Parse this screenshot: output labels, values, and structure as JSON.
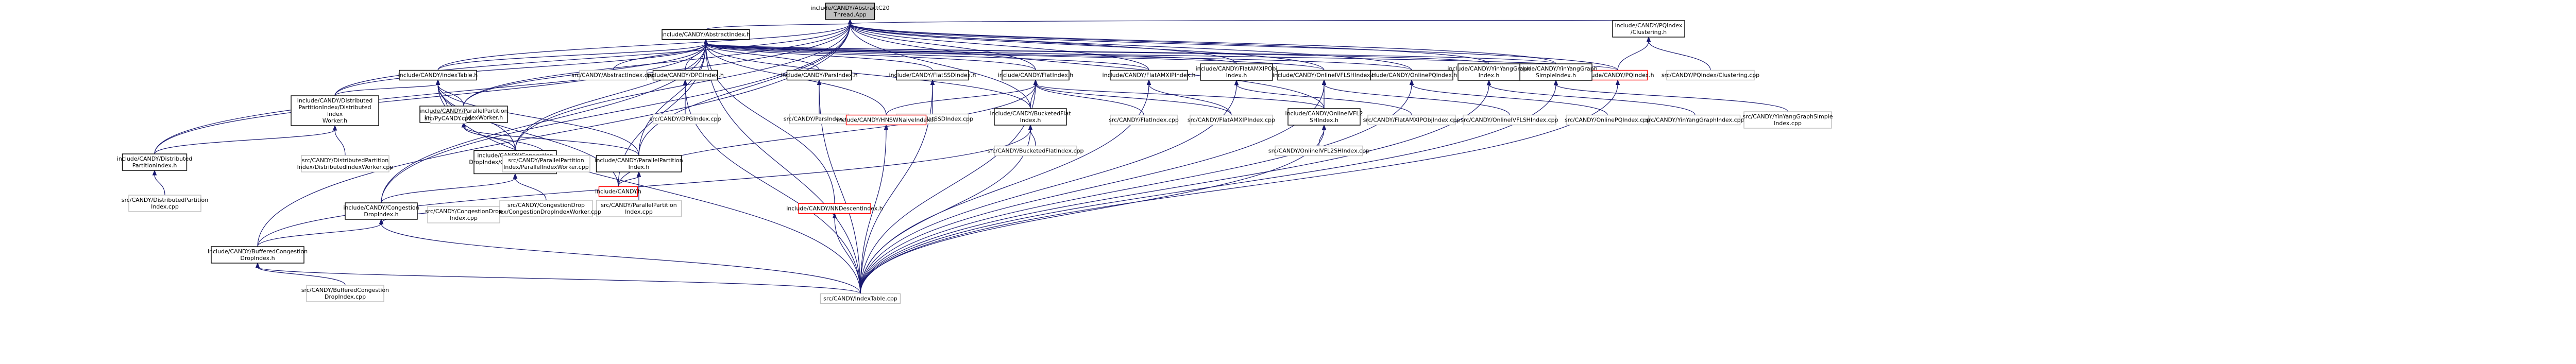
{
  "colors": {
    "edge": "#191970",
    "border": "#000000",
    "border_grey": "#bfbfbf",
    "border_red": "#ff0000",
    "root_fill": "#bfbfbf",
    "text": "#000000"
  },
  "nodes": {
    "root": {
      "lines": [
        "include/CANDY/AbstractC20",
        "Thread.App"
      ],
      "style": "root"
    },
    "abstract_index": {
      "lines": [
        "include/CANDY/AbstractIndex.h"
      ],
      "style": "normal"
    },
    "pq_clustering": {
      "lines": [
        "include/CANDY/PQIndex",
        "/Clustering.h"
      ],
      "style": "normal"
    },
    "pq_clustering_cpp": {
      "lines": [
        "src/CANDY/PQIndex/Clustering.cpp"
      ],
      "style": "grey"
    },
    "pq_index_h": {
      "lines": [
        "include/CANDY/PQIndex.h"
      ],
      "style": "red"
    },
    "yinyang_simple_h": {
      "lines": [
        "include/CANDY/YinYangGraph",
        "SimpleIndex.h"
      ],
      "style": "normal"
    },
    "yinyang_h": {
      "lines": [
        "include/CANDY/YinYangGraph",
        "Index.h"
      ],
      "style": "normal"
    },
    "online_pq_h": {
      "lines": [
        "include/CANDY/OnlinePQIndex.h"
      ],
      "style": "normal"
    },
    "online_ivfl_h": {
      "lines": [
        "include/CANDY/OnlineIVFLSHIndex.h"
      ],
      "style": "normal"
    },
    "flat_amx_pq_h": {
      "lines": [
        "include/CANDY/FlatAMXIPObj",
        "Index.h"
      ],
      "style": "normal"
    },
    "flat_amx_ip_h": {
      "lines": [
        "include/CANDY/FlatAMXIPIndex.h"
      ],
      "style": "normal"
    },
    "flat_index_h": {
      "lines": [
        "include/CANDY/FlatIndex.h"
      ],
      "style": "normal"
    },
    "flat_ssd_h": {
      "lines": [
        "include/CANDY/FlatSSDIndex.h"
      ],
      "style": "normal"
    },
    "parsi_h": {
      "lines": [
        "include/CANDY/ParsIndex.h"
      ],
      "style": "normal"
    },
    "dpg_h": {
      "lines": [
        "include/CANDY/DPGIndex.h"
      ],
      "style": "normal"
    },
    "abstract_cpp": {
      "lines": [
        "src/CANDY/AbstractIndex.cpp"
      ],
      "style": "grey"
    },
    "index_table_h": {
      "lines": [
        "include/CANDY/IndexTable.h"
      ],
      "style": "normal"
    },
    "distributed_worker_h": {
      "lines": [
        "include/CANDY/Distributed",
        "PartitionIndex/Distributed",
        "Index",
        "Worker.h"
      ],
      "style": "normal"
    },
    "distributed_h": {
      "lines": [
        "include/CANDY/Distributed",
        "PartitionIndex.h"
      ],
      "style": "normal"
    },
    "distributed_worker_cpp": {
      "lines": [
        "src/CANDY/DistributedPartition",
        "Index/DistributedIndexWorker.cpp"
      ],
      "style": "grey"
    },
    "distributed_cpp": {
      "lines": [
        "src/CANDY/DistributedPartition",
        "Index.cpp"
      ],
      "style": "grey"
    },
    "parallel_worker_h": {
      "lines": [
        "include/CANDY/ParallelPartition",
        "Index/ParallelIndexWorker.h"
      ],
      "style": "normal"
    },
    "pycandy": {
      "lines": [
        "src/PyCANDY.cpp"
      ],
      "style": "grey"
    },
    "congestion_worker_h": {
      "lines": [
        "include/CANDY/Congestion",
        "DropIndex/CongestionDropIndex",
        "Worker.h"
      ],
      "style": "normal"
    },
    "parallel_worker_cpp": {
      "lines": [
        "src/CANDY/ParallelPartition",
        "Index/ParallelIndexWorker.cpp"
      ],
      "style": "grey"
    },
    "parallel_h": {
      "lines": [
        "include/CANDY/ParallelPartition",
        "Index.h"
      ],
      "style": "normal"
    },
    "candy_h": {
      "lines": [
        "include/CANDY.h"
      ],
      "style": "red"
    },
    "parallel_cpp": {
      "lines": [
        "src/CANDY/ParallelPartition",
        "Index.cpp"
      ],
      "style": "grey"
    },
    "congestion_worker_cpp": {
      "lines": [
        "src/CANDY/CongestionDrop",
        "Index/CongestionDropIndexWorker.cpp"
      ],
      "style": "grey"
    },
    "congestion_h": {
      "lines": [
        "include/CANDY/Congestion",
        "DropIndex.h"
      ],
      "style": "normal"
    },
    "congestion_cpp": {
      "lines": [
        "src/CANDY/CongestionDrop",
        "Index.cpp"
      ],
      "style": "grey"
    },
    "buffered_h": {
      "lines": [
        "include/CANDY/BufferedCongestion",
        "DropIndex.h"
      ],
      "style": "normal"
    },
    "buffered_cpp": {
      "lines": [
        "src/CANDY/BufferedCongestion",
        "DropIndex.cpp"
      ],
      "style": "grey"
    },
    "dpg_cpp": {
      "lines": [
        "src/CANDY/DPGIndex.cpp"
      ],
      "style": "grey"
    },
    "parsi_cpp": {
      "lines": [
        "src/CANDY/ParsIndex.cpp"
      ],
      "style": "grey"
    },
    "flat_ssd_cpp": {
      "lines": [
        "src/CANDY/FlatSSDIndex.cpp"
      ],
      "style": "grey"
    },
    "hnsw_h": {
      "lines": [
        "include/CANDY/HNSWNaiveIndex.h"
      ],
      "style": "red"
    },
    "bucketed_h": {
      "lines": [
        "include/CANDY/BucketedFlat",
        "Index.h"
      ],
      "style": "normal"
    },
    "bucketed_cpp": {
      "lines": [
        "src/CANDY/BucketedFlatIndex.cpp"
      ],
      "style": "grey"
    },
    "nn_descent_h": {
      "lines": [
        "include/CANDY/NNDescentIndex.h"
      ],
      "style": "red"
    },
    "flat_cpp": {
      "lines": [
        "src/CANDY/FlatIndex.cpp"
      ],
      "style": "grey"
    },
    "flat_amx_ip_cpp": {
      "lines": [
        "src/CANDY/FlatAMXIPIndex.cpp"
      ],
      "style": "grey"
    },
    "online_ivfl2_h": {
      "lines": [
        "include/CANDY/OnlineIVFL2",
        "SHIndex.h"
      ],
      "style": "normal"
    },
    "online_ivfl2_cpp": {
      "lines": [
        "src/CANDY/OnlineIVFL2SHIndex.cpp"
      ],
      "style": "grey"
    },
    "flat_amx_pq_cpp": {
      "lines": [
        "src/CANDY/FlatAMXIPObjIndex.cpp"
      ],
      "style": "grey"
    },
    "online_ivfl_cpp": {
      "lines": [
        "src/CANDY/OnlineIVFLSHIndex.cpp"
      ],
      "style": "grey"
    },
    "online_pq_cpp": {
      "lines": [
        "src/CANDY/OnlinePQIndex.cpp"
      ],
      "style": "grey"
    },
    "yinyang_cpp": {
      "lines": [
        "src/CANDY/YinYangGraphIndex.cpp"
      ],
      "style": "grey"
    },
    "yinyang_simple_cpp": {
      "lines": [
        "src/CANDY/YinYangGraphSimple",
        "Index.cpp"
      ],
      "style": "grey"
    },
    "index_table_cpp": {
      "lines": [
        "src/CANDY/IndexTable.cpp"
      ],
      "style": "grey"
    }
  },
  "edges": [
    [
      "root",
      "abstract_index"
    ],
    [
      "root",
      "pq_clustering"
    ],
    [
      "root",
      "distributed_worker_h"
    ],
    [
      "root",
      "distributed_h"
    ],
    [
      "root",
      "congestion_worker_h"
    ],
    [
      "root",
      "congestion_h"
    ],
    [
      "root",
      "buffered_h"
    ],
    [
      "root",
      "parallel_worker_h"
    ],
    [
      "root",
      "parallel_h"
    ],
    [
      "root",
      "flat_index_h"
    ],
    [
      "root",
      "bucketed_h"
    ],
    [
      "root",
      "online_ivfl_h"
    ],
    [
      "root",
      "online_pq_h"
    ],
    [
      "root",
      "yinyang_h"
    ],
    [
      "root",
      "yinyang_simple_h"
    ],
    [
      "root",
      "flat_amx_pq_h"
    ],
    [
      "root",
      "flat_amx_ip_h"
    ],
    [
      "root",
      "online_ivfl2_h"
    ],
    [
      "root",
      "index_table_h"
    ],
    [
      "root",
      "pq_index_h"
    ],
    [
      "pq_clustering",
      "pq_index_h"
    ],
    [
      "pq_clustering",
      "pq_clustering_cpp"
    ],
    [
      "abstract_index",
      "abstract_cpp"
    ],
    [
      "abstract_index",
      "index_table_h"
    ],
    [
      "abstract_index",
      "dpg_h"
    ],
    [
      "abstract_index",
      "parsi_h"
    ],
    [
      "abstract_index",
      "flat_ssd_h"
    ],
    [
      "abstract_index",
      "flat_index_h"
    ],
    [
      "abstract_index",
      "flat_amx_ip_h"
    ],
    [
      "abstract_index",
      "flat_amx_pq_h"
    ],
    [
      "abstract_index",
      "online_ivfl_h"
    ],
    [
      "abstract_index",
      "online_pq_h"
    ],
    [
      "abstract_index",
      "yinyang_h"
    ],
    [
      "abstract_index",
      "yinyang_simple_h"
    ],
    [
      "abstract_index",
      "pq_index_h"
    ],
    [
      "abstract_index",
      "hnsw_h"
    ],
    [
      "abstract_index",
      "nn_descent_h"
    ],
    [
      "abstract_index",
      "bucketed_h"
    ],
    [
      "abstract_index",
      "parallel_worker_h"
    ],
    [
      "abstract_index",
      "parallel_h"
    ],
    [
      "abstract_index",
      "distributed_worker_h"
    ],
    [
      "abstract_index",
      "distributed_h"
    ],
    [
      "abstract_index",
      "congestion_worker_h"
    ],
    [
      "abstract_index",
      "congestion_h"
    ],
    [
      "abstract_index",
      "candy_h"
    ],
    [
      "abstract_index",
      "index_table_cpp"
    ],
    [
      "index_table_h",
      "distributed_worker_h"
    ],
    [
      "index_table_h",
      "parallel_worker_h"
    ],
    [
      "index_table_h",
      "pycandy"
    ],
    [
      "index_table_h",
      "congestion_worker_h"
    ],
    [
      "index_table_h",
      "parallel_h"
    ],
    [
      "index_table_h",
      "candy_h"
    ],
    [
      "index_table_h",
      "index_table_cpp"
    ],
    [
      "distributed_worker_h",
      "distributed_h"
    ],
    [
      "distributed_worker_h",
      "distributed_worker_cpp"
    ],
    [
      "distributed_h",
      "distributed_cpp"
    ],
    [
      "parallel_worker_h",
      "congestion_worker_h"
    ],
    [
      "parallel_worker_h",
      "parallel_worker_cpp"
    ],
    [
      "parallel_worker_h",
      "parallel_h"
    ],
    [
      "congestion_worker_h",
      "congestion_h"
    ],
    [
      "congestion_worker_h",
      "congestion_worker_cpp"
    ],
    [
      "parallel_h",
      "candy_h"
    ],
    [
      "parallel_h",
      "parallel_cpp"
    ],
    [
      "congestion_h",
      "congestion_cpp"
    ],
    [
      "congestion_h",
      "buffered_h"
    ],
    [
      "congestion_h",
      "index_table_cpp"
    ],
    [
      "buffered_h",
      "buffered_cpp"
    ],
    [
      "buffered_h",
      "index_table_cpp"
    ],
    [
      "dpg_h",
      "dpg_cpp"
    ],
    [
      "dpg_h",
      "index_table_cpp"
    ],
    [
      "parsi_h",
      "parsi_cpp"
    ],
    [
      "parsi_h",
      "index_table_cpp"
    ],
    [
      "flat_ssd_h",
      "flat_ssd_cpp"
    ],
    [
      "flat_ssd_h",
      "index_table_cpp"
    ],
    [
      "flat_index_h",
      "hnsw_h"
    ],
    [
      "flat_index_h",
      "bucketed_h"
    ],
    [
      "flat_index_h",
      "flat_cpp"
    ],
    [
      "flat_index_h",
      "flat_amx_ip_cpp"
    ],
    [
      "flat_index_h",
      "online_ivfl2_h"
    ],
    [
      "flat_index_h",
      "candy_h"
    ],
    [
      "flat_index_h",
      "index_table_cpp"
    ],
    [
      "bucketed_h",
      "bucketed_cpp"
    ],
    [
      "bucketed_h",
      "buffered_h"
    ],
    [
      "bucketed_h",
      "index_table_cpp"
    ],
    [
      "hnsw_h",
      "index_table_cpp"
    ],
    [
      "nn_descent_h",
      "index_table_cpp"
    ],
    [
      "flat_amx_ip_h",
      "flat_amx_ip_cpp"
    ],
    [
      "flat_amx_ip_h",
      "index_table_cpp"
    ],
    [
      "flat_amx_pq_h",
      "flat_amx_pq_cpp"
    ],
    [
      "flat_amx_pq_h",
      "index_table_cpp"
    ],
    [
      "online_ivfl_h",
      "online_ivfl2_h"
    ],
    [
      "online_ivfl_h",
      "online_ivfl_cpp"
    ],
    [
      "online_ivfl_h",
      "index_table_cpp"
    ],
    [
      "online_ivfl2_h",
      "online_ivfl2_cpp"
    ],
    [
      "online_ivfl2_h",
      "index_table_cpp"
    ],
    [
      "online_pq_h",
      "online_pq_cpp"
    ],
    [
      "online_pq_h",
      "index_table_cpp"
    ],
    [
      "yinyang_h",
      "yinyang_cpp"
    ],
    [
      "yinyang_h",
      "index_table_cpp"
    ],
    [
      "yinyang_simple_h",
      "yinyang_simple_cpp"
    ],
    [
      "yinyang_simple_h",
      "index_table_cpp"
    ],
    [
      "pq_index_h",
      "index_table_cpp"
    ]
  ]
}
